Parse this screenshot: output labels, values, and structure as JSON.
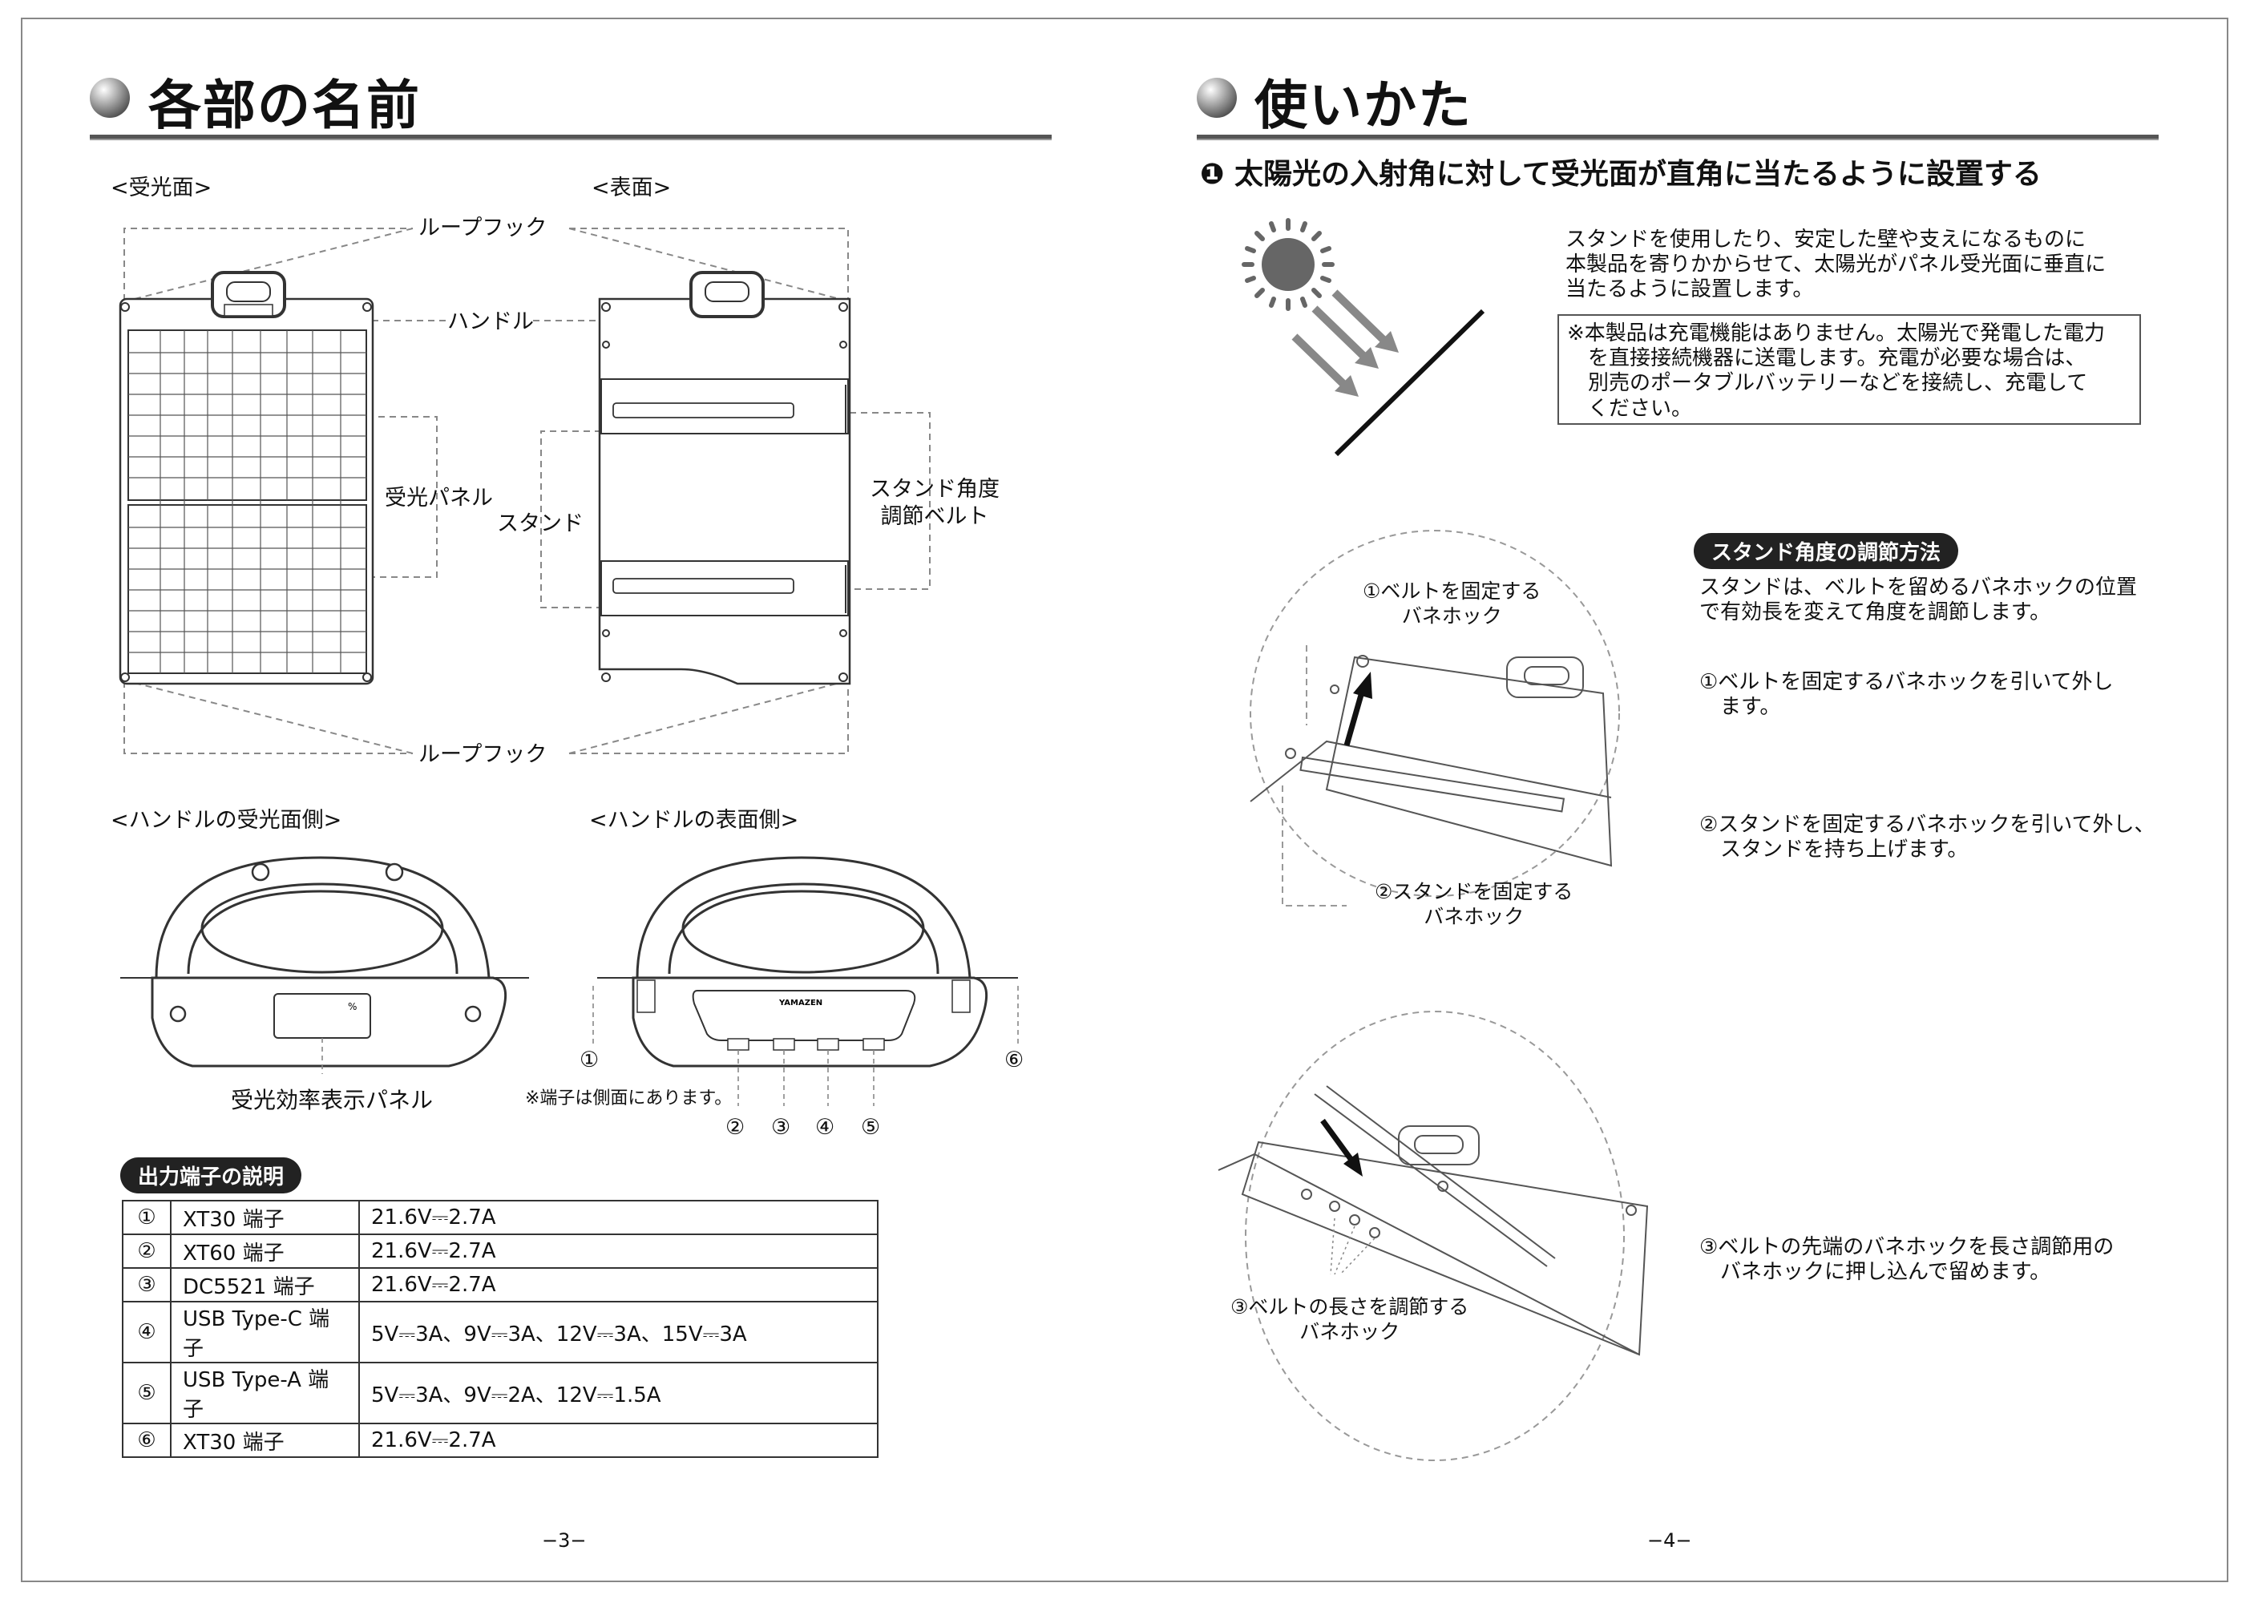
{
  "left": {
    "title": "各部の名前",
    "back_label": "<受光面>",
    "front_label": "<表面>",
    "loop_hook_top": "ループフック",
    "handle": "ハンドル",
    "panel": "受光パネル",
    "stand": "スタンド",
    "belt": "スタンド角度\n調節ベルト",
    "loop_hook_bottom": "ループフック",
    "handle_back_label": "<ハンドルの受光面側>",
    "handle_front_label": "<ハンドルの表面側>",
    "efficiency_panel": "受光効率表示パネル",
    "terminal_note": "※端子は側面にあります。",
    "callouts": [
      "①",
      "②",
      "③",
      "④",
      "⑤",
      "⑥"
    ],
    "handle_brand": "YAMAZEN",
    "table_title": "出力端子の説明",
    "table_rows": [
      {
        "no": "①",
        "name": "XT30 端子",
        "spec": "21.6V⎓2.7A"
      },
      {
        "no": "②",
        "name": "XT60 端子",
        "spec": "21.6V⎓2.7A"
      },
      {
        "no": "③",
        "name": "DC5521 端子",
        "spec": "21.6V⎓2.7A"
      },
      {
        "no": "④",
        "name": "USB Type-C 端子",
        "spec": "5V⎓3A、9V⎓3A、12V⎓3A、15V⎓3A"
      },
      {
        "no": "⑤",
        "name": "USB Type-A 端子",
        "spec": "5V⎓3A、9V⎓2A、12V⎓1.5A"
      },
      {
        "no": "⑥",
        "name": "XT30 端子",
        "spec": "21.6V⎓2.7A"
      }
    ],
    "page_num": "−3−"
  },
  "right": {
    "title": "使いかた",
    "step_title": "❶ 太陽光の入射角に対して受光面が直角に当たるように設置する",
    "intro": "スタンドを使用したり、安定した壁や支えになるものに\n本製品を寄りかからせて、太陽光がパネル受光面に垂直に\n当たるように設置します。",
    "note": "※本製品は充電機能はありません。太陽光で発電した電力\n　を直接接続機器に送電します。充電が必要な場合は、\n　別売のポータブルバッテリーなどを接続し、充電して\n　ください。",
    "adjust_title": "スタンド角度の調節方法",
    "adjust_desc": "スタンドは、ベルトを留めるバネホックの位置\nで有効長を変えて角度を調節します。",
    "step1": "①ベルトを固定するバネホックを引いて外し\n　ます。",
    "step2": "②スタンドを固定するバネホックを引いて外し、\n　スタンドを持ち上げます。",
    "step3": "③ベルトの先端のバネホックを長さ調節用の\n　バネホックに押し込んで留めます。",
    "c1": "①ベルトを固定する\nバネホック",
    "c2": "②スタンドを固定する\nバネホック",
    "c3": "③ベルトの長さを調節する\nバネホック",
    "page_num": "−4−"
  }
}
